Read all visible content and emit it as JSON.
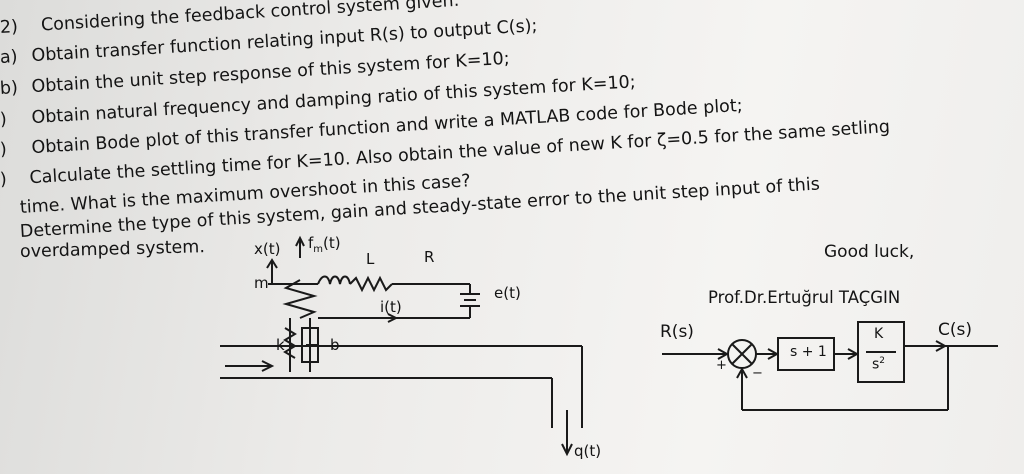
{
  "problem": {
    "number": "2)",
    "intro": "Considering the feedback control system given:",
    "items": [
      {
        "marker": "a)",
        "text": "Obtain transfer function relating input R(s) to output C(s);"
      },
      {
        "marker": "b)",
        "text": "Obtain the unit step response of this system for K=10;"
      },
      {
        "marker": ")",
        "text": "Obtain natural frequency and damping ratio of this system for K=10;"
      },
      {
        "marker": ")",
        "text": "Obtain Bode plot of this transfer function and write a MATLAB code for Bode plot;"
      },
      {
        "marker": ")",
        "text": "Calculate the settling time for K=10. Also obtain the value of new K for ζ=0.5 for the same setling"
      },
      {
        "marker": "",
        "text": "time. What is the maximum overshoot in this case?"
      },
      {
        "marker": "",
        "text": "Determine the type of this system, gain and steady-state error to the unit step input of this"
      },
      {
        "marker": "",
        "text": "overdamped system."
      }
    ]
  },
  "closing": {
    "greeting": "Good luck,",
    "signature": "Prof.Dr.Ertuğrul TAÇGIN"
  },
  "mechanical_diagram": {
    "labels": {
      "x": "x(t)",
      "f": "f",
      "f_sub": "m",
      "f_arg": "(t)",
      "m": "m",
      "L": "L",
      "R": "R",
      "e": "e(t)",
      "i": "i(t)",
      "k": "k",
      "b": "b",
      "q": "q(t)"
    }
  },
  "block_diagram": {
    "input": "R(s)",
    "output": "C(s)",
    "plus": "+",
    "minus": "−",
    "controller": "s + 1",
    "plant_num": "K",
    "plant_den": "s",
    "plant_den_exp": "2"
  }
}
